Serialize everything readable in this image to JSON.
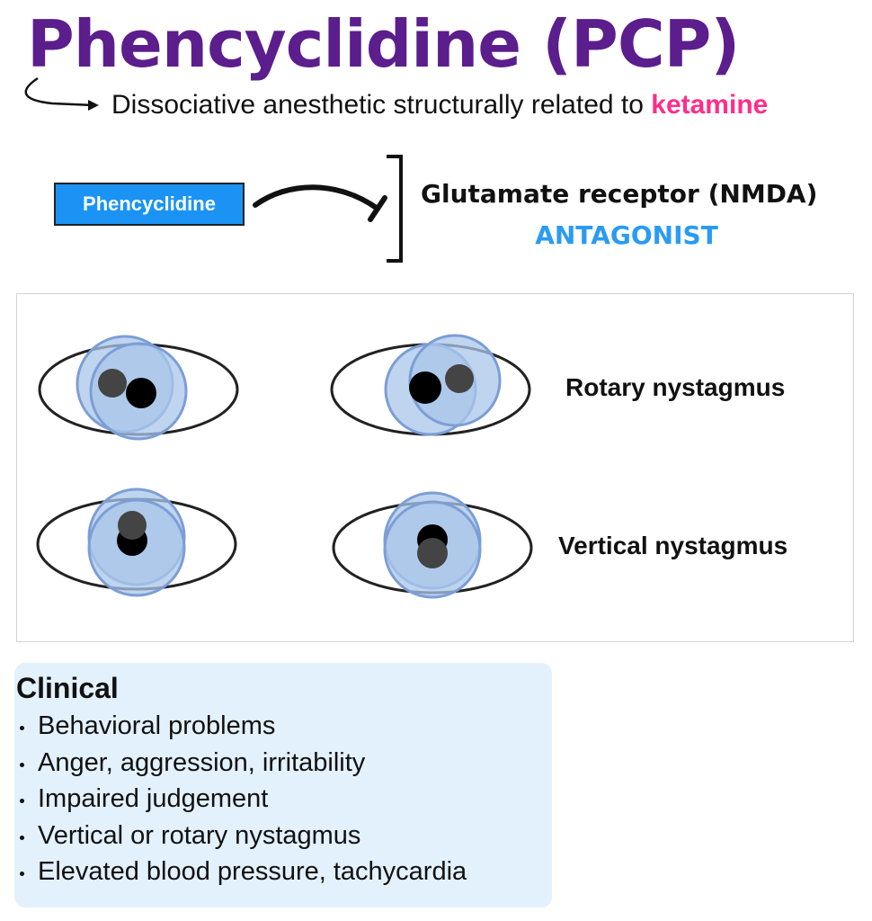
{
  "title": "Phencyclidine (PCP)",
  "subtitle": {
    "text": "Dissociative anesthetic structurally related to ",
    "highlight": "ketamine"
  },
  "mechanism": {
    "drug_label": "Phencyclidine",
    "target_label": "Glutamate receptor (NMDA)",
    "action_label": "ANTAGONIST",
    "inhibition_icon": "blunt-arrow-inhibition-icon"
  },
  "nystagmus": {
    "rotary_label": "Rotary nystagmus",
    "vertical_label": "Vertical nystagmus"
  },
  "clinical": {
    "heading": "Clinical",
    "items": [
      "Behavioral problems",
      "Anger, aggression, irritability",
      "Impaired judgement",
      "Vertical or rotary nystagmus",
      "Elevated blood pressure, tachycardia"
    ]
  },
  "colors": {
    "title": "#5b1e8c",
    "highlight": "#ff2d8a",
    "drug_box": "#1a93f5",
    "antagonist": "#2a9bf3",
    "iris_fill": "#a9c6ea",
    "iris_stroke": "#7c9ed6",
    "clinical_bg": "#e3f1fc"
  }
}
